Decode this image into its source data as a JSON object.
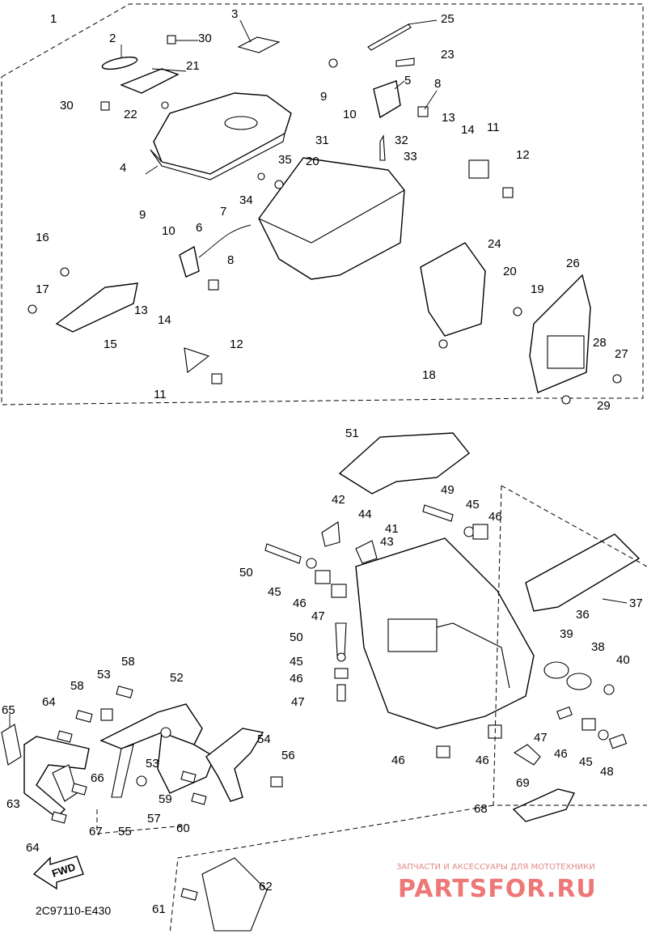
{
  "diagram_code": "2C97110-E430",
  "fwd_label": "FWD",
  "watermark": {
    "caption": "ЗАПЧАСТИ И АКСЕССУАРЫ ДЛЯ МОТОТЕХНИКИ",
    "brand": "PARTSFOR.RU"
  },
  "callouts": [
    {
      "id": "c1",
      "label": "1"
    },
    {
      "id": "c2",
      "label": "2"
    },
    {
      "id": "c3",
      "label": "3"
    },
    {
      "id": "c30a",
      "label": "30"
    },
    {
      "id": "c21",
      "label": "21"
    },
    {
      "id": "c25",
      "label": "25"
    },
    {
      "id": "c23",
      "label": "23"
    },
    {
      "id": "c9a",
      "label": "9"
    },
    {
      "id": "c5",
      "label": "5"
    },
    {
      "id": "c8a",
      "label": "8"
    },
    {
      "id": "c10a",
      "label": "10"
    },
    {
      "id": "c30b",
      "label": "30"
    },
    {
      "id": "c22",
      "label": "22"
    },
    {
      "id": "c13a",
      "label": "13"
    },
    {
      "id": "c14a",
      "label": "14"
    },
    {
      "id": "c11a",
      "label": "11"
    },
    {
      "id": "c31",
      "label": "31"
    },
    {
      "id": "c32",
      "label": "32"
    },
    {
      "id": "c33",
      "label": "33"
    },
    {
      "id": "c35",
      "label": "35"
    },
    {
      "id": "c20a",
      "label": "20"
    },
    {
      "id": "c4",
      "label": "4"
    },
    {
      "id": "c12a",
      "label": "12"
    },
    {
      "id": "c34",
      "label": "34"
    },
    {
      "id": "c9b",
      "label": "9"
    },
    {
      "id": "c10b",
      "label": "10"
    },
    {
      "id": "c6",
      "label": "6"
    },
    {
      "id": "c7",
      "label": "7"
    },
    {
      "id": "c16",
      "label": "16"
    },
    {
      "id": "c8b",
      "label": "8"
    },
    {
      "id": "c24",
      "label": "24"
    },
    {
      "id": "c26",
      "label": "26"
    },
    {
      "id": "c17",
      "label": "17"
    },
    {
      "id": "c20b",
      "label": "20"
    },
    {
      "id": "c19",
      "label": "19"
    },
    {
      "id": "c13b",
      "label": "13"
    },
    {
      "id": "c15",
      "label": "15"
    },
    {
      "id": "c14b",
      "label": "14"
    },
    {
      "id": "c12b",
      "label": "12"
    },
    {
      "id": "c28",
      "label": "28"
    },
    {
      "id": "c27",
      "label": "27"
    },
    {
      "id": "c18",
      "label": "18"
    },
    {
      "id": "c11b",
      "label": "11"
    },
    {
      "id": "c29",
      "label": "29"
    },
    {
      "id": "c51",
      "label": "51"
    },
    {
      "id": "c49",
      "label": "49"
    },
    {
      "id": "c42",
      "label": "42"
    },
    {
      "id": "c44",
      "label": "44"
    },
    {
      "id": "c45a",
      "label": "45"
    },
    {
      "id": "c46a",
      "label": "46"
    },
    {
      "id": "c41",
      "label": "41"
    },
    {
      "id": "c43",
      "label": "43"
    },
    {
      "id": "c50a",
      "label": "50"
    },
    {
      "id": "c45b",
      "label": "45"
    },
    {
      "id": "c46b",
      "label": "46"
    },
    {
      "id": "c36",
      "label": "36"
    },
    {
      "id": "c37",
      "label": "37"
    },
    {
      "id": "c47a",
      "label": "47"
    },
    {
      "id": "c50b",
      "label": "50"
    },
    {
      "id": "c39",
      "label": "39"
    },
    {
      "id": "c38",
      "label": "38"
    },
    {
      "id": "c40",
      "label": "40"
    },
    {
      "id": "c45c",
      "label": "45"
    },
    {
      "id": "c46c",
      "label": "46"
    },
    {
      "id": "c58a",
      "label": "58"
    },
    {
      "id": "c52",
      "label": "52"
    },
    {
      "id": "c47b",
      "label": "47"
    },
    {
      "id": "c53a",
      "label": "53"
    },
    {
      "id": "c58b",
      "label": "58"
    },
    {
      "id": "c65",
      "label": "65"
    },
    {
      "id": "c64a",
      "label": "64"
    },
    {
      "id": "c47c",
      "label": "47"
    },
    {
      "id": "c46d",
      "label": "46"
    },
    {
      "id": "c45d",
      "label": "45"
    },
    {
      "id": "c54",
      "label": "54"
    },
    {
      "id": "c56",
      "label": "56"
    },
    {
      "id": "c46e",
      "label": "46"
    },
    {
      "id": "c46f",
      "label": "46"
    },
    {
      "id": "c48",
      "label": "48"
    },
    {
      "id": "c53b",
      "label": "53"
    },
    {
      "id": "c66",
      "label": "66"
    },
    {
      "id": "c59",
      "label": "59"
    },
    {
      "id": "c69",
      "label": "69"
    },
    {
      "id": "c63",
      "label": "63"
    },
    {
      "id": "c67",
      "label": "67"
    },
    {
      "id": "c55",
      "label": "55"
    },
    {
      "id": "c57",
      "label": "57"
    },
    {
      "id": "c60",
      "label": "60"
    },
    {
      "id": "c68",
      "label": "68"
    },
    {
      "id": "c64b",
      "label": "64"
    },
    {
      "id": "c61",
      "label": "61"
    },
    {
      "id": "c62",
      "label": "62"
    }
  ]
}
